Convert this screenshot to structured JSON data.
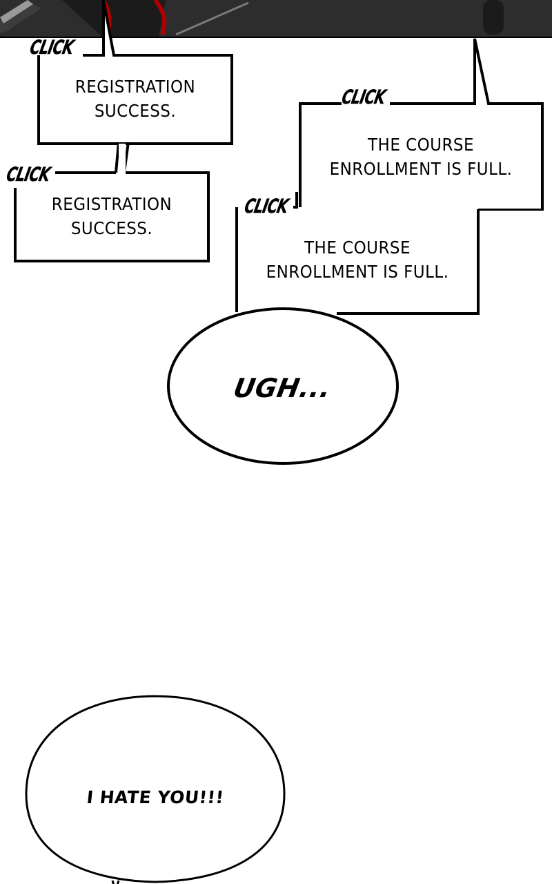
{
  "panel_top": {
    "background": "#2b2a2a",
    "accent_red": "#b00000"
  },
  "bubbles": [
    {
      "id": "registration-1",
      "sfx": "CLICK",
      "lines": [
        "REGISTRATION",
        "SUCCESS."
      ]
    },
    {
      "id": "registration-2",
      "sfx": "CLICK",
      "lines": [
        "REGISTRATION",
        "SUCCESS."
      ]
    },
    {
      "id": "enrollment-1",
      "sfx": "CLICK",
      "lines": [
        "THE COURSE",
        "ENROLLMENT IS FULL."
      ]
    },
    {
      "id": "enrollment-2",
      "sfx": "CLICK",
      "lines": [
        "THE COURSE",
        "ENROLLMENT IS FULL."
      ]
    },
    {
      "id": "ugh",
      "text": "UGH..."
    },
    {
      "id": "hate",
      "text": "I HATE YOU!!!"
    }
  ]
}
